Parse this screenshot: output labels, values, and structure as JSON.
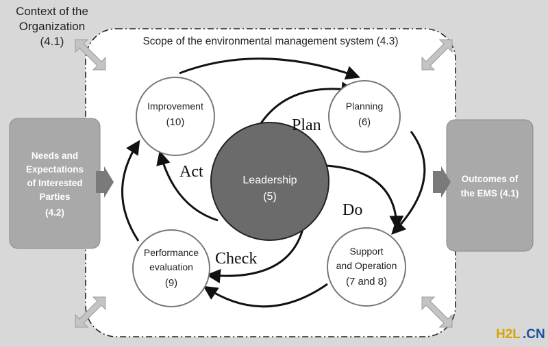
{
  "context": {
    "line1": "Context of the",
    "line2": "Organization",
    "line3": "(4.1)"
  },
  "scope": {
    "label": "Scope of the environmental management system (4.3)"
  },
  "needs": {
    "line1": "Needs and",
    "line2": "Expectations",
    "line3": "of Interested",
    "line4": "Parties",
    "line5": "(4.2)"
  },
  "outcomes": {
    "line1": "Outcomes of",
    "line2": "the EMS (4.1)"
  },
  "leadership": {
    "label": "Leadership",
    "num": "(5)"
  },
  "improvement": {
    "label": "Improvement",
    "num": "(10)"
  },
  "planning": {
    "label": "Planning",
    "num": "(6)"
  },
  "support": {
    "line1": "Support",
    "line2": "and Operation",
    "num": "(7 and 8)"
  },
  "performance": {
    "line1": "Performance",
    "line2": "evaluation",
    "num": "(9)"
  },
  "pdca": {
    "plan": "Plan",
    "do": "Do",
    "check": "Check",
    "act": "Act"
  },
  "watermark": {
    "h2l": "H2L",
    "cn": ".CN"
  },
  "colors": {
    "background": "#d8d8d8",
    "scope_fill": "#ffffff",
    "side_box": "#a9a9a9",
    "leadership": "#6b6b6b",
    "arrow": "#111111",
    "watermark_h2l": "#d9a400",
    "watermark_cn": "#1f4fa0"
  }
}
